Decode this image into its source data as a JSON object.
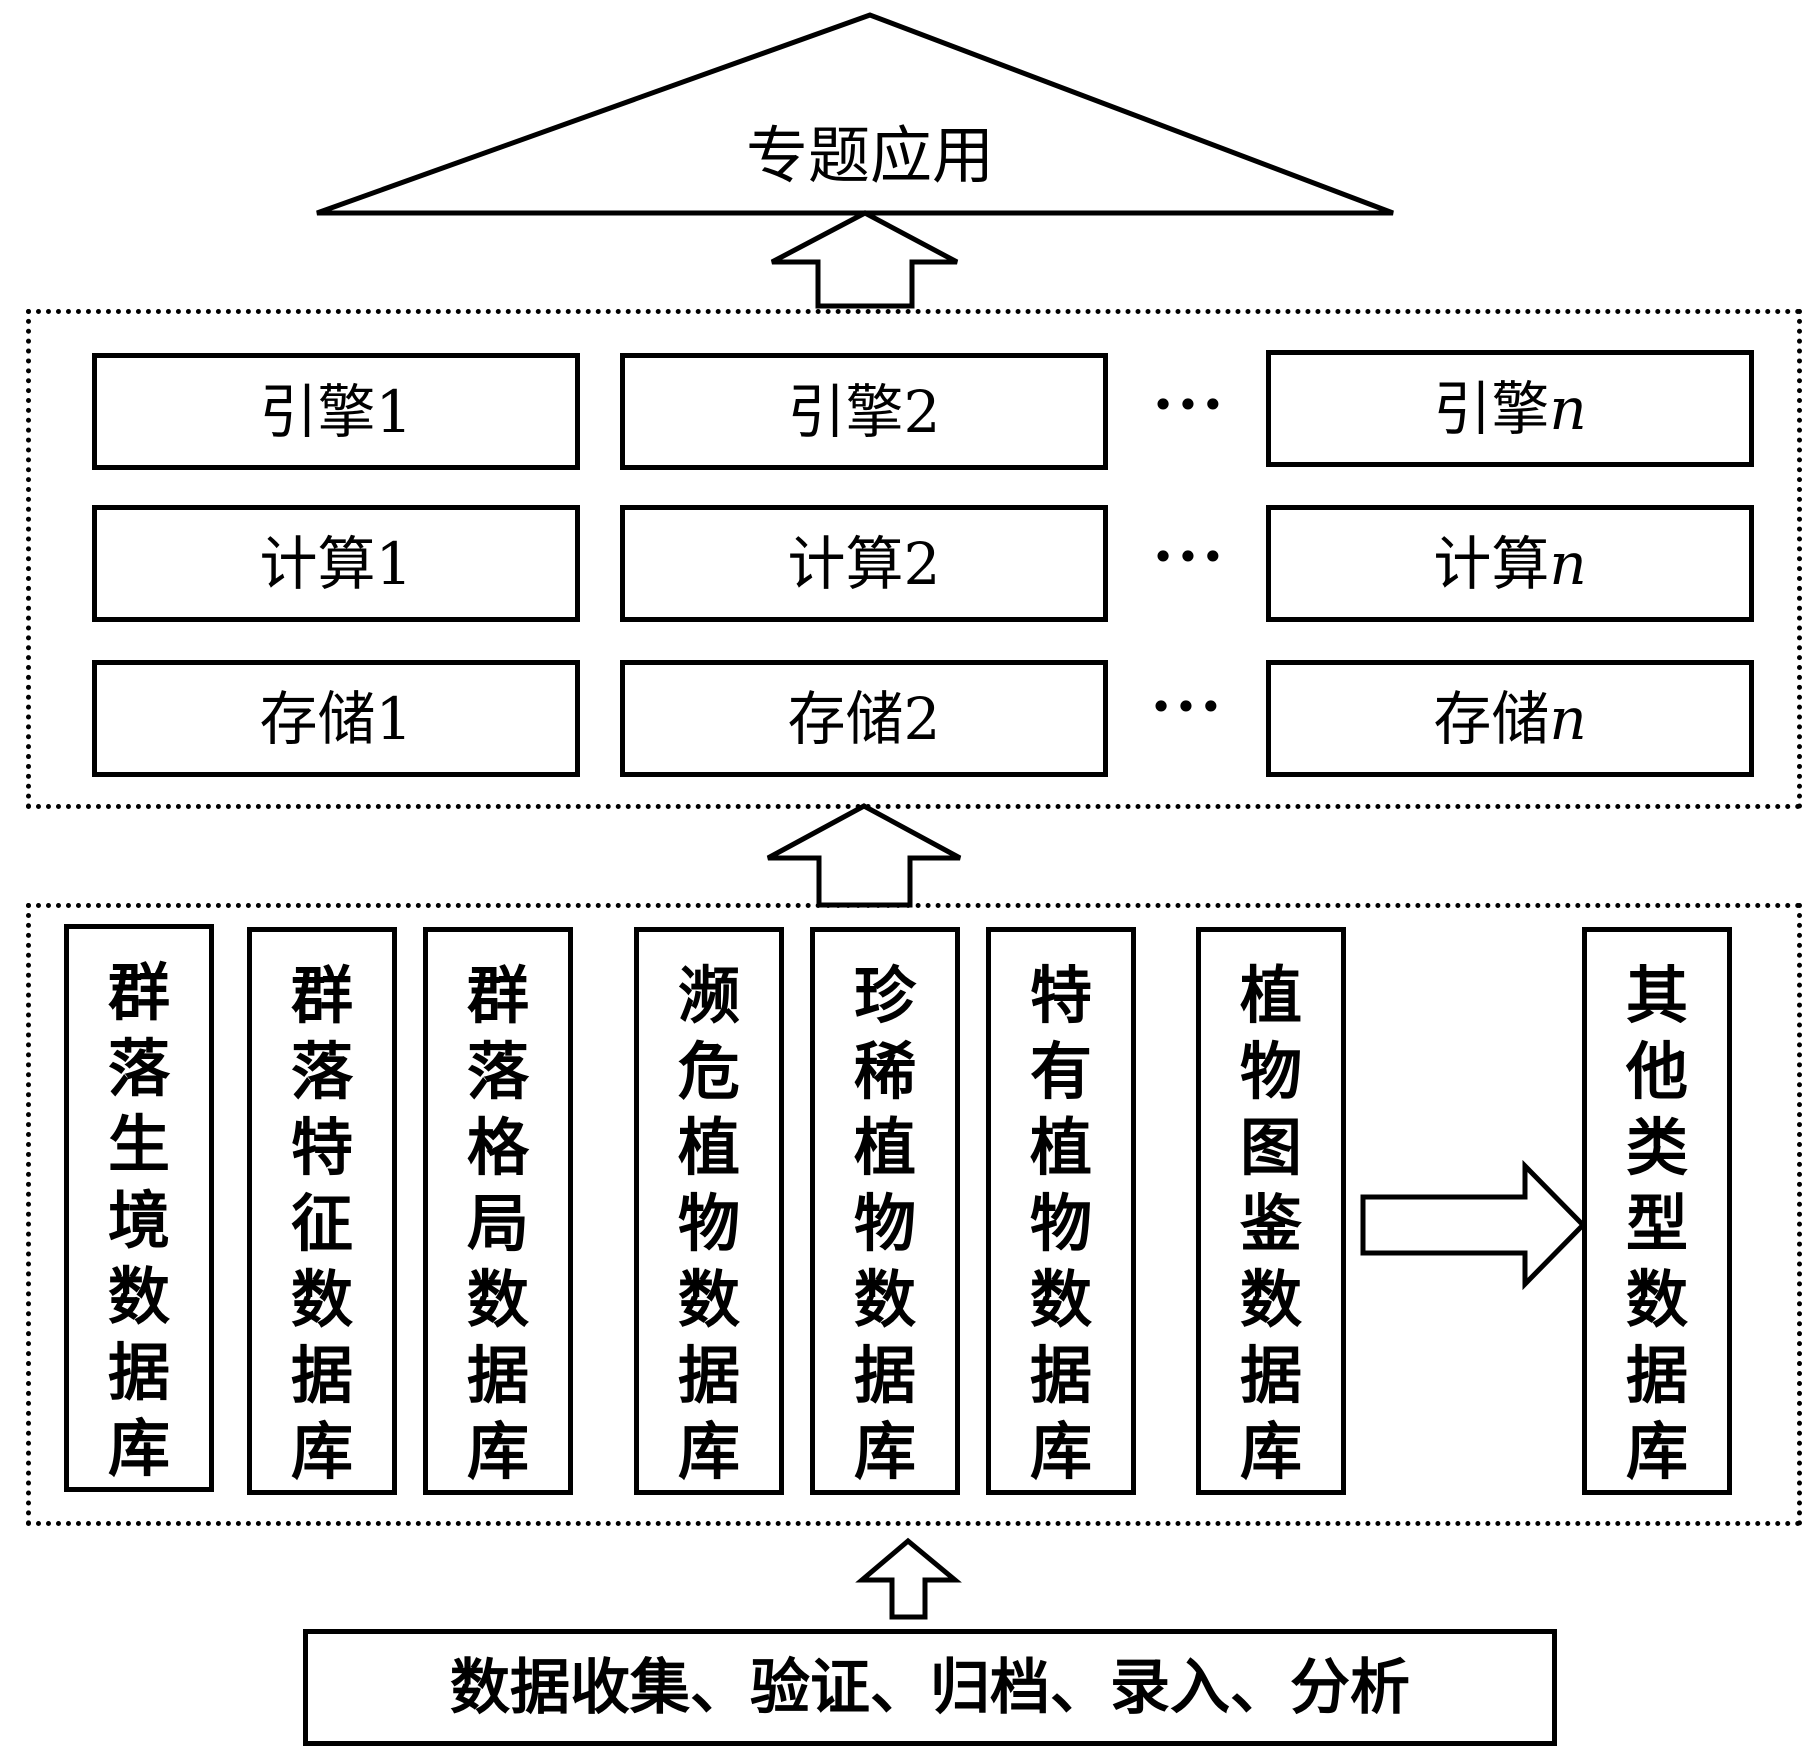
{
  "top": {
    "title": "专题应用"
  },
  "middle": {
    "rows": [
      {
        "cells": [
          "引擎1",
          "引擎2"
        ],
        "last_prefix": "引擎",
        "last_suffix": "n",
        "ellipsis": "···"
      },
      {
        "cells": [
          "计算1",
          "计算2"
        ],
        "last_prefix": "计算",
        "last_suffix": "n",
        "ellipsis": "···"
      },
      {
        "cells": [
          "存储1",
          "存储2"
        ],
        "last_prefix": "存储",
        "last_suffix": "n",
        "ellipsis": "···"
      }
    ]
  },
  "databases": [
    {
      "chars": [
        "群",
        "落",
        "生",
        "境",
        "数",
        "据",
        "库"
      ]
    },
    {
      "chars": [
        "群",
        "落",
        "特",
        "征",
        "数",
        "据",
        "库"
      ]
    },
    {
      "chars": [
        "群",
        "落",
        "格",
        "局",
        "数",
        "据",
        "库"
      ]
    },
    {
      "chars": [
        "濒",
        "危",
        "植",
        "物",
        "数",
        "据",
        "库"
      ]
    },
    {
      "chars": [
        "珍",
        "稀",
        "植",
        "物",
        "数",
        "据",
        "库"
      ]
    },
    {
      "chars": [
        "特",
        "有",
        "植",
        "物",
        "数",
        "据",
        "库"
      ]
    },
    {
      "chars": [
        "植",
        "物",
        "图",
        "鉴",
        "数",
        "据",
        "库"
      ]
    },
    {
      "chars": [
        "其",
        "他",
        "类",
        "型",
        "数",
        "据",
        "库"
      ]
    }
  ],
  "bottom": {
    "label": "数据收集、验证、归档、录入、分析"
  }
}
